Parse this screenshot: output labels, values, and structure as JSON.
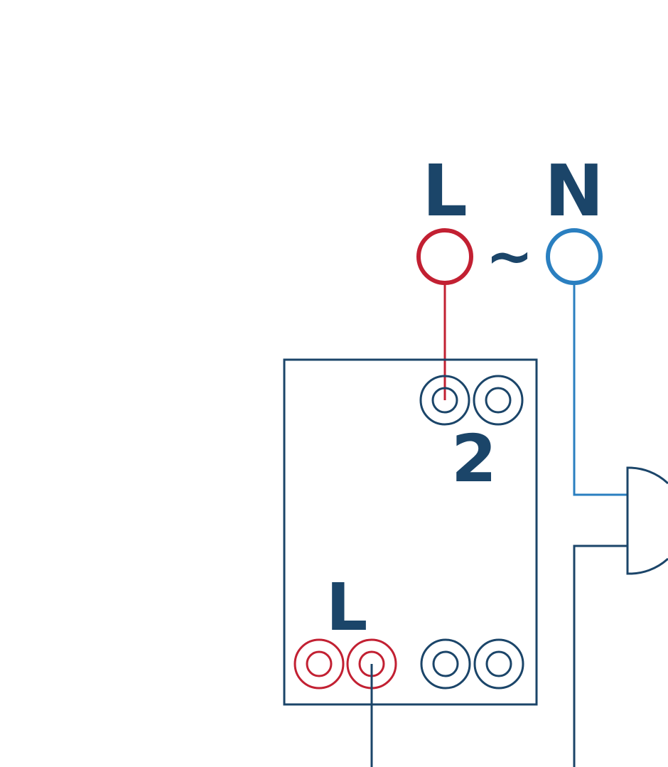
{
  "supply": {
    "live_label": "L",
    "neutral_label": "N",
    "ac_symbol": "~"
  },
  "switch": {
    "terminal_top_label": "2",
    "terminal_bottom_label": "L"
  },
  "colors": {
    "live": "#c22032",
    "neutral": "#2a7fc0",
    "outline": "#1b4569"
  }
}
